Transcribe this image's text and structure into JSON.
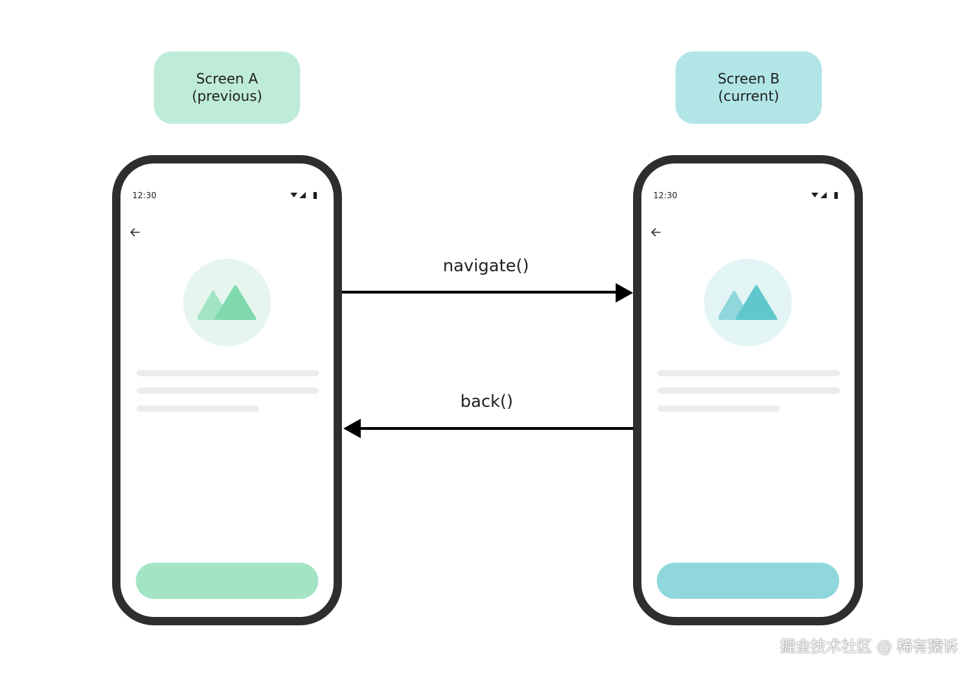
{
  "screen_a": {
    "label_line1": "Screen A",
    "label_line2": "(previous)",
    "status_time": "12:30",
    "label_bg": "#bfecd8",
    "circle_bg": "#e6f6ee",
    "mountain_back": "#a3e4c5",
    "mountain_front": "#7fd9ad",
    "button_color": "#a3e4c5"
  },
  "screen_b": {
    "label_line1": "Screen B",
    "label_line2": "(current)",
    "status_time": "12:30",
    "label_bg": "#b1e5e6",
    "circle_bg": "#e3f4f5",
    "mountain_back": "#8fd7db",
    "mountain_front": "#60c8cd",
    "button_color": "#8fd7db"
  },
  "transitions": {
    "navigate_label": "navigate()",
    "back_label": "back()"
  },
  "watermark": "掘金技术社区 @ 稀有猿诉"
}
